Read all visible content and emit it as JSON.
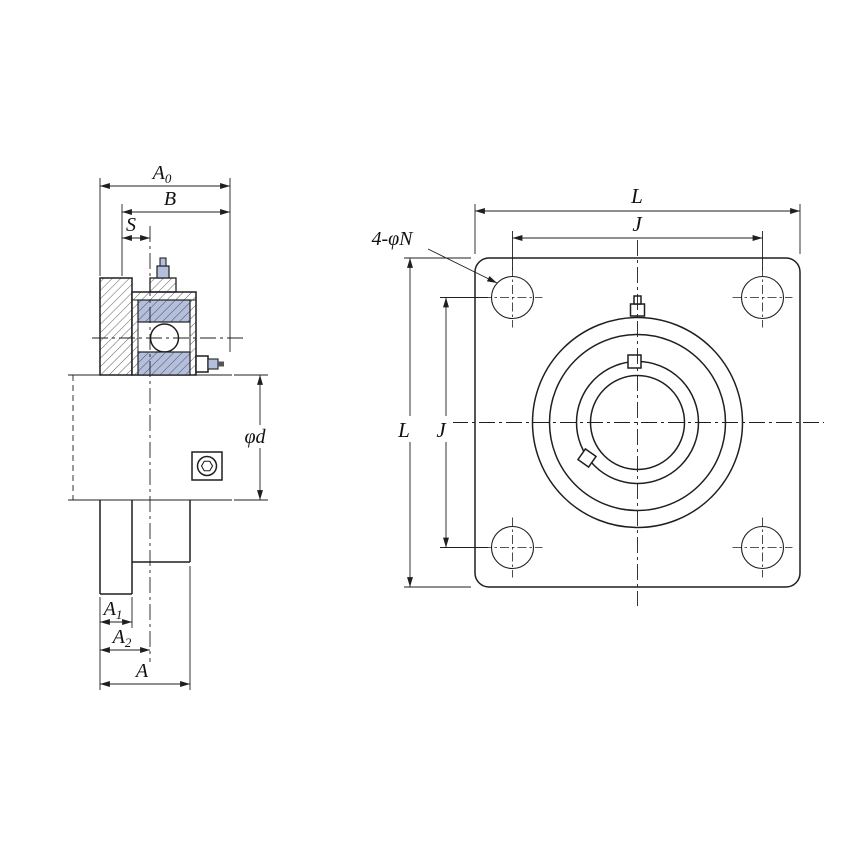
{
  "colors": {
    "line": "#1f1f1f",
    "bearing_fill": "#b3bfdc",
    "fitting_tip": "#555555",
    "background": "#ffffff"
  },
  "side_view": {
    "dims": {
      "A0": {
        "base": "A",
        "sub": "0"
      },
      "B": "B",
      "S": "S",
      "phi_d": "φd",
      "A1": {
        "base": "A",
        "sub": "1"
      },
      "A2": {
        "base": "A",
        "sub": "2"
      },
      "A": "A"
    }
  },
  "front_view": {
    "dims": {
      "L_top": "L",
      "J_top": "J",
      "L_left": "L",
      "J_left": "J",
      "bolt_note": "4-φN"
    }
  }
}
